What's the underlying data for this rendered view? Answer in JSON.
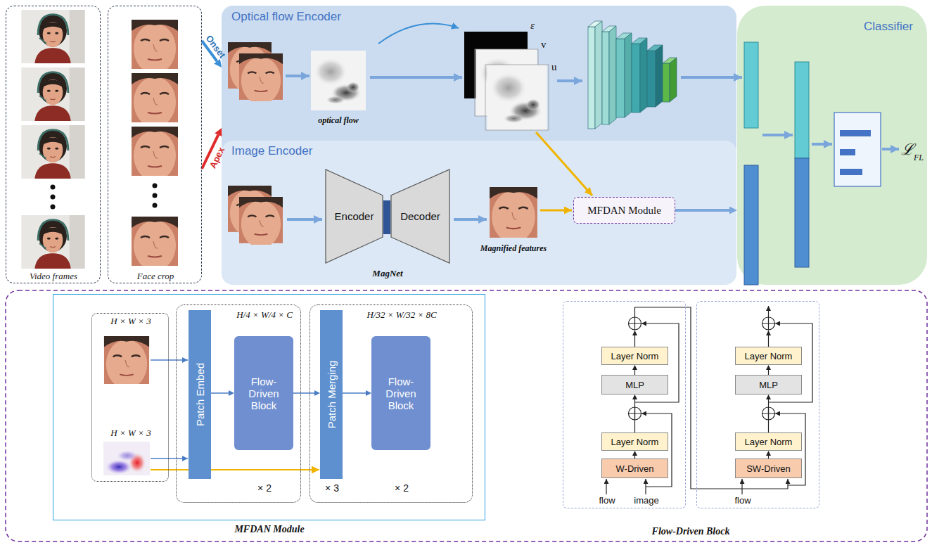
{
  "diagram": {
    "nodes": [
      {
        "text": [
          "Video frames"
        ]
      },
      {
        "text": [
          "Face crop"
        ]
      },
      {
        "text": [
          "Optical flow Encoder"
        ]
      },
      {
        "text": [
          "Image Encoder"
        ]
      },
      {
        "text": [
          "Encoder"
        ],
        "in": 3
      },
      {
        "text": [
          "Decoder"
        ],
        "in": 3
      },
      {
        "text": [
          "MFDAN Module"
        ],
        "in": 3
      },
      {
        "text": [
          "Classifier"
        ]
      },
      {
        "text": [
          "MFDAN Module"
        ]
      },
      {
        "text": [
          "H × W × 3",
          "H × W × 3"
        ],
        "in": 8
      },
      {
        "text": [
          "H/4 × W/4 × C",
          "× 2"
        ],
        "in": 8
      },
      {
        "text": [
          "Patch Embed"
        ],
        "in": 10
      },
      {
        "text": [
          "Flow-Driven Block"
        ],
        "in": 10
      },
      {
        "text": [
          "H/32 × W/32 × 8C",
          "× 3",
          "× 2"
        ],
        "in": 8
      },
      {
        "text": [
          "Patch Merging"
        ],
        "in": 13
      },
      {
        "text": [
          "Flow-Driven Block"
        ],
        "in": 13
      },
      {
        "text": [
          "flow",
          "image"
        ]
      },
      {
        "text": [
          "Layer Norm"
        ],
        "in": 16
      },
      {
        "text": [
          "MLP"
        ],
        "in": 16
      },
      {
        "text": [
          "Layer Norm"
        ],
        "in": 16
      },
      {
        "text": [
          "W-Driven"
        ],
        "in": 16
      },
      {
        "text": [
          "flow"
        ]
      },
      {
        "text": [
          "Layer Norm"
        ],
        "in": 21
      },
      {
        "text": [
          "MLP"
        ],
        "in": 21
      },
      {
        "text": [
          "Layer Norm"
        ],
        "in": 21
      },
      {
        "text": [
          "SW-Driven"
        ],
        "in": 21
      }
    ],
    "edges": [
      {
        "from": 1,
        "to": 2,
        "label": "Onset",
        "arrow": "to"
      },
      {
        "from": 1,
        "to": 2,
        "label": "Apex",
        "arrow": "to"
      },
      {
        "from": 6,
        "to": 7,
        "arrow": "to"
      },
      {
        "from": 11,
        "to": 12,
        "arrow": "to"
      },
      {
        "from": 12,
        "to": 14,
        "arrow": "to"
      },
      {
        "from": 14,
        "to": 15,
        "arrow": "to"
      },
      {
        "from": 20,
        "to": 19,
        "arrow": "to"
      },
      {
        "from": 19,
        "to": 18,
        "arrow": "to"
      },
      {
        "from": 18,
        "to": 17,
        "arrow": "to"
      },
      {
        "from": 25,
        "to": 24,
        "arrow": "to"
      },
      {
        "from": 24,
        "to": 23,
        "arrow": "to"
      },
      {
        "from": 23,
        "to": 22,
        "arrow": "to"
      }
    ],
    "labels": [
      "optical flow",
      "ε",
      "v",
      "u",
      "MagNet",
      "Magnified features",
      "ℒ",
      "FL",
      "Flow-Driven Block"
    ]
  }
}
